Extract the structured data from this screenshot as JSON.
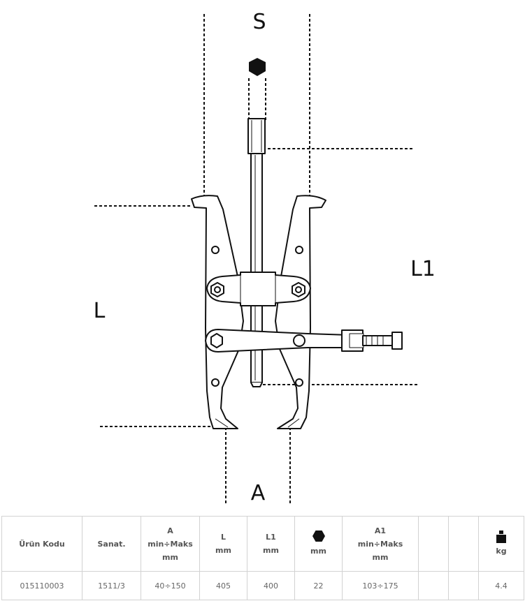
{
  "dimension_labels": {
    "top": "S",
    "left": "L",
    "right": "L1",
    "bottom": "A"
  },
  "table": {
    "headers": [
      {
        "lines": [
          "Ürün Kodu"
        ]
      },
      {
        "lines": [
          "Sanat."
        ]
      },
      {
        "lines": [
          "A",
          "min÷Maks",
          "mm"
        ]
      },
      {
        "lines": [
          "L",
          "mm"
        ]
      },
      {
        "lines": [
          "L1",
          "mm"
        ]
      },
      {
        "icon": "hexagon-icon",
        "lines": [
          "mm"
        ]
      },
      {
        "lines": [
          "A1",
          "min÷Maks",
          "mm"
        ]
      },
      {
        "lines": []
      },
      {
        "lines": []
      },
      {
        "icon": "weight-icon",
        "lines": [
          "kg"
        ]
      }
    ],
    "row": [
      "015110003",
      "1511/3",
      "40÷150",
      "405",
      "400",
      "22",
      "103÷175",
      "",
      "",
      "4.4"
    ]
  }
}
